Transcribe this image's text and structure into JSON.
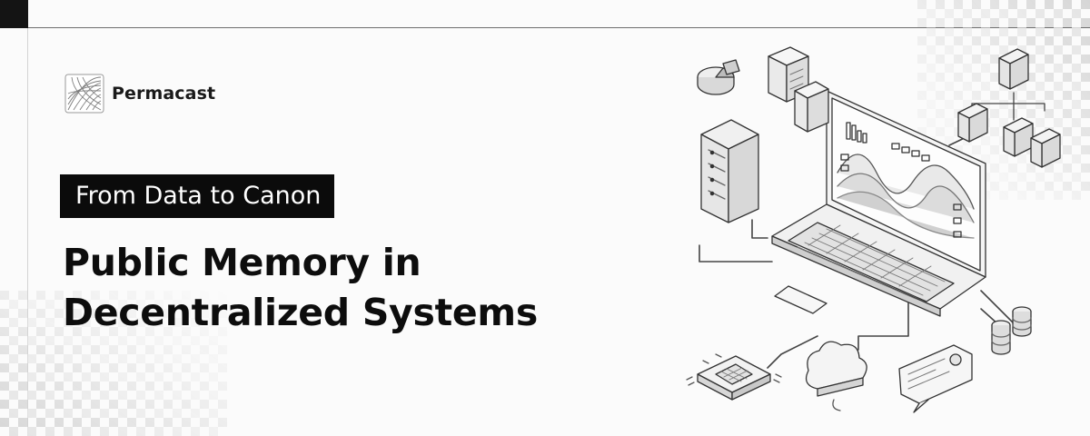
{
  "brand": {
    "name": "Permacast",
    "logo_icon": "globe-grid-icon"
  },
  "tagline": "From Data to Canon",
  "headline": {
    "line1": "Public Memory in",
    "line2": "Decentralized Systems"
  },
  "colors": {
    "accent": "#0b0b0b",
    "background": "#fbfbfb",
    "checker": "#d4d4d4"
  },
  "illustration_icons": [
    "laptop-icon",
    "server-rack-icon",
    "pie-chart-icon",
    "documents-icon",
    "folder-tree-icon",
    "database-icon",
    "cpu-chip-icon",
    "cloud-icon",
    "chat-bubble-icon"
  ]
}
